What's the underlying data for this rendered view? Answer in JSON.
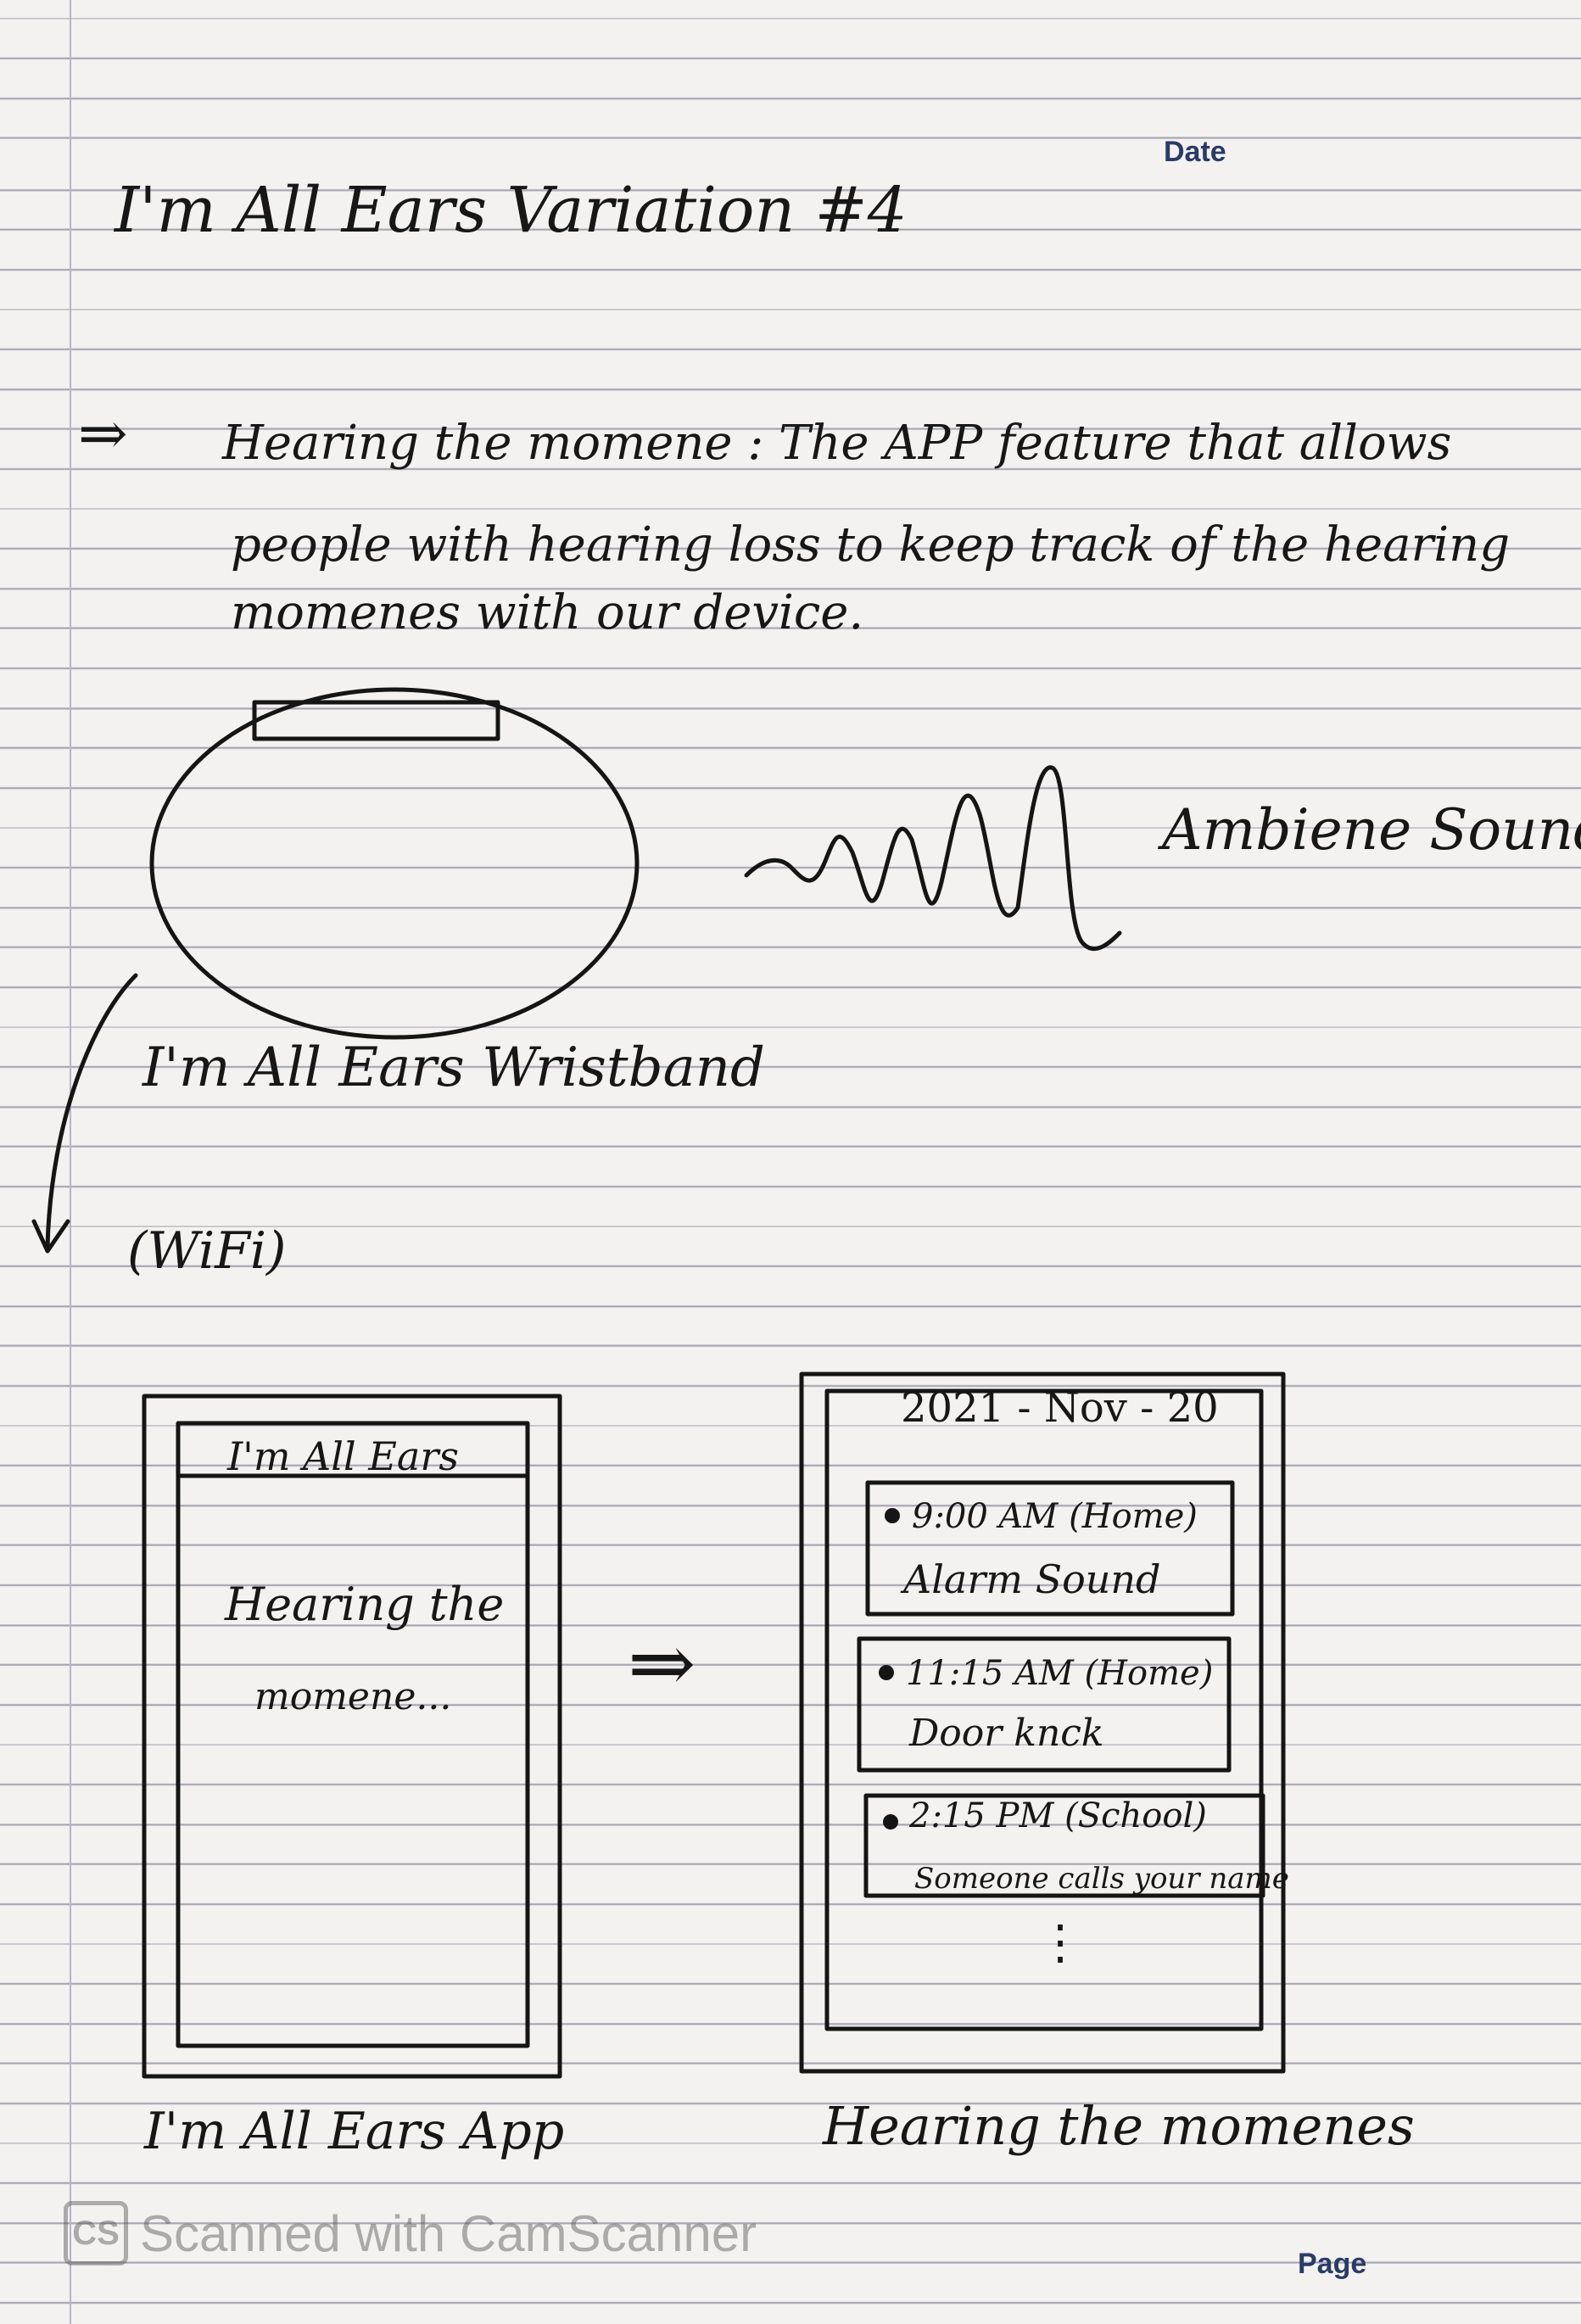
{
  "header": {
    "date_label": "Date",
    "page_label": "Page"
  },
  "title": "I'm All Ears Variation #4",
  "description": {
    "arrow": "⇒",
    "line1": "Hearing the momene : The APP feature that allows",
    "line2": "people with hearing loss to keep track of the hearing",
    "line3": "momenes with our device."
  },
  "wristband": {
    "label": "I'm All Ears Wristband",
    "sound_label": "Ambiene Sound",
    "connection_label": "(WiFi)"
  },
  "app_screen": {
    "header": "I'm All Ears",
    "body_line1": "Hearing the",
    "body_line2": "momene...",
    "caption": "I'm All Ears App",
    "transition_arrow": "⇒"
  },
  "moments_screen": {
    "date": "2021 - Nov - 20",
    "entries": [
      {
        "time": "9:00 AM (Home)",
        "sound": "Alarm Sound"
      },
      {
        "time": "11:15 AM (Home)",
        "sound": "Door knck"
      },
      {
        "time": "2:15 PM (School)",
        "sound": "Someone calls your name"
      }
    ],
    "more": "⋮",
    "caption": "Hearing the momenes"
  },
  "watermark": {
    "logo": "CS",
    "text": "Scanned with CamScanner"
  }
}
